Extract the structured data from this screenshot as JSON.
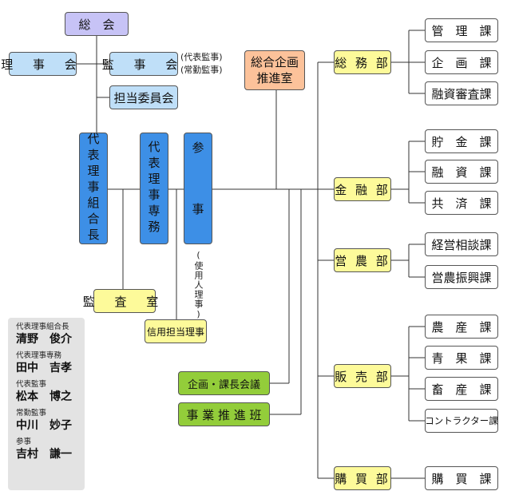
{
  "top": {
    "general_meeting": "総　会",
    "board": "理 事 会",
    "auditors": "監 事 会",
    "auditors_note": [
      "(代表監事)",
      "(常勤監事)"
    ],
    "committee": "担当委員会"
  },
  "executives": {
    "president": "代表理事組合長",
    "managing": "代表理事専務",
    "councilor": "参事",
    "councilor_note": "(使用人理事)"
  },
  "planning_office": "総合企画推進室",
  "audit_office": "監 査 室",
  "credit_director": "信用担当理事",
  "meeting": "企画・課長会議",
  "promotion_team": "事 業 推 進 班",
  "departments": [
    {
      "name": "総 務 部",
      "sections": [
        "管　理　課",
        "企　画　課",
        "融資審査課"
      ]
    },
    {
      "name": "金 融 部",
      "sections": [
        "貯　金　課",
        "融　資　課",
        "共　済　課"
      ]
    },
    {
      "name": "営 農 部",
      "sections": [
        "経営相談課",
        "営農振興課"
      ]
    },
    {
      "name": "販 売 部",
      "sections": [
        "農　産　課",
        "青　果　課",
        "畜　産　課",
        "コントラクター課"
      ]
    },
    {
      "name": "購 買 部",
      "sections": [
        "購　買　課"
      ]
    }
  ],
  "officers": [
    {
      "role": "代表理事組合長",
      "name": "清野　俊介"
    },
    {
      "role": "代表理事専務",
      "name": "田中　吉孝"
    },
    {
      "role": "代表監事",
      "name": "松本　博之"
    },
    {
      "role": "常勤監事",
      "name": "中川　妙子"
    },
    {
      "role": "参事",
      "name": "吉村　謙一"
    }
  ]
}
